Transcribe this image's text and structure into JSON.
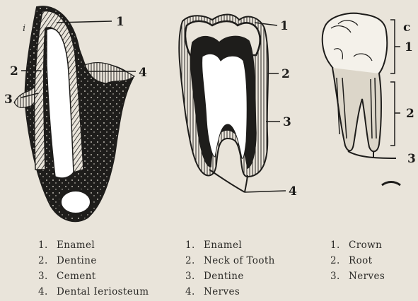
{
  "diagrams": [
    {
      "callouts": [
        "1",
        "2",
        "3",
        "4"
      ],
      "legend": [
        {
          "num": "1.",
          "label": "Enamel"
        },
        {
          "num": "2.",
          "label": "Dentine"
        },
        {
          "num": "3.",
          "label": "Cement"
        },
        {
          "num": "4.",
          "label": "Dental Ieriosteum"
        }
      ]
    },
    {
      "callouts": [
        "1",
        "2",
        "3",
        "4"
      ],
      "legend": [
        {
          "num": "1.",
          "label": "Enamel"
        },
        {
          "num": "2.",
          "label": "Neck of Tooth"
        },
        {
          "num": "3.",
          "label": "Dentine"
        },
        {
          "num": "4.",
          "label": "Nerves"
        }
      ]
    },
    {
      "callouts": [
        "1",
        "2",
        "3"
      ],
      "letter": "c",
      "legend": [
        {
          "num": "1.",
          "label": "Crown"
        },
        {
          "num": "2.",
          "label": "Root"
        },
        {
          "num": "3.",
          "label": "Nerves"
        }
      ]
    }
  ],
  "stray_mark": "i",
  "colors": {
    "ink": "#1e1d1b",
    "paper": "#e9e4da",
    "pulp": "#ffffff"
  }
}
